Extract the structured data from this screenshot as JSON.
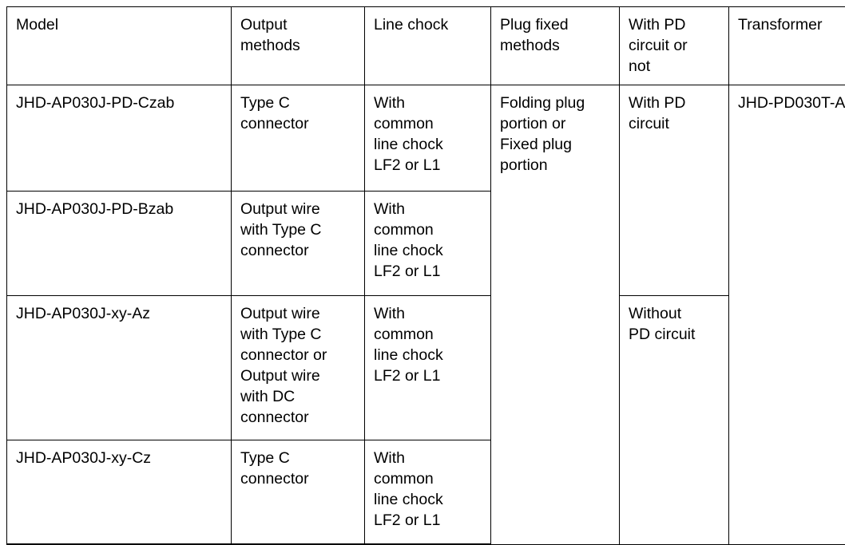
{
  "table": {
    "columns": [
      {
        "key": "model",
        "label": "Model"
      },
      {
        "key": "output",
        "label": "Output\nmethods"
      },
      {
        "key": "chock",
        "label": "Line chock"
      },
      {
        "key": "plug",
        "label": "Plug fixed\nmethods"
      },
      {
        "key": "pd",
        "label": "With PD\ncircuit or\nnot"
      },
      {
        "key": "transformer",
        "label": "Transformer"
      }
    ],
    "rows": [
      {
        "model": "JHD-AP030J-PD-Czab",
        "output": "Type C\nconnector",
        "chock": "With\ncommon\nline chock\nLF2 or L1",
        "plug": "Folding plug\nportion or\nFixed plug\nportion",
        "pd": "With PD\ncircuit",
        "transformer": "JHD-PD030T-A"
      },
      {
        "model": "JHD-AP030J-PD-Bzab",
        "output": "Output wire\nwith Type C\nconnector",
        "chock": "With\ncommon\nline chock\nLF2 or L1"
      },
      {
        "model": "JHD-AP030J-xy-Az",
        "output": "Output wire\nwith Type C\nconnector or\nOutput wire\nwith DC\nconnector",
        "chock": "With\ncommon\nline chock\nLF2 or L1",
        "pd": "Without\nPD circuit"
      },
      {
        "model": "JHD-AP030J-xy-Cz",
        "output": "Type C\nconnector",
        "chock": "With\ncommon\nline chock\nLF2 or L1"
      }
    ],
    "merges": {
      "plug_rowspan": 4,
      "transformer_rowspan": 4,
      "pd_with_rowspan": 2,
      "pd_without_rowspan": 2
    },
    "colors": {
      "border": "#000000",
      "text": "#000000",
      "background": "#ffffff"
    }
  }
}
